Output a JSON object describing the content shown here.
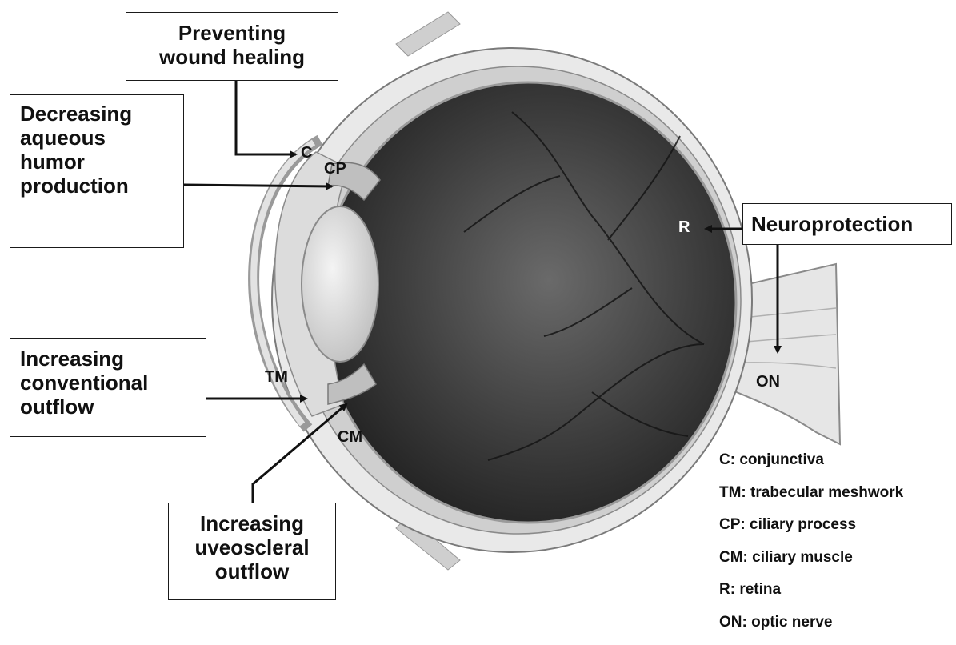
{
  "callouts": {
    "wound_healing": [
      "Preventing",
      "wound healing"
    ],
    "aqueous": [
      "Decreasing",
      "aqueous",
      "humor",
      "production"
    ],
    "conventional": [
      "Increasing",
      "conventional",
      "outflow"
    ],
    "uveoscleral": [
      "Increasing",
      "uveoscleral",
      "outflow"
    ],
    "neuroprotection": "Neuroprotection"
  },
  "labels": {
    "c": "C",
    "cp": "CP",
    "tm": "TM",
    "cm": "CM",
    "r": "R",
    "on": "ON"
  },
  "legend": [
    "C: conjunctiva",
    "TM: trabecular meshwork",
    "CP: ciliary process",
    "CM: ciliary muscle",
    "R: retina",
    "ON: optic nerve"
  ],
  "colors": {
    "interior": "#2b2b2b",
    "line": "#111111"
  }
}
